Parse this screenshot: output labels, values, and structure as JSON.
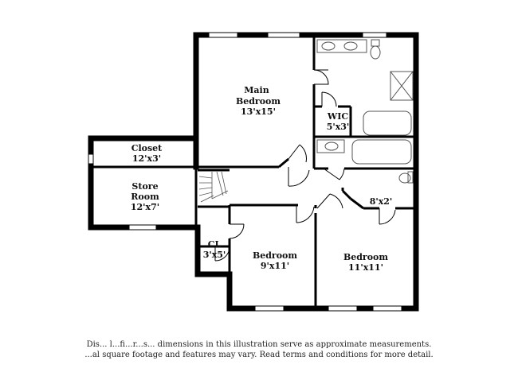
{
  "rooms": {
    "main_bedroom": {
      "name_1": "Main",
      "name_2": "Bedroom",
      "dims": "13'x15'"
    },
    "wic": {
      "name": "WIC",
      "dims": "5'x3'"
    },
    "closet": {
      "name": "Closet",
      "dims": "12'x3'"
    },
    "store_room": {
      "name_1": "Store",
      "name_2": "Room",
      "dims": "12'x7'"
    },
    "closet_small": {
      "dims": "8'x2'"
    },
    "cl": {
      "name": "CL",
      "dims": "3'x5'"
    },
    "bedroom_left": {
      "name": "Bedroom",
      "dims": "9'x11'"
    },
    "bedroom_right": {
      "name": "Bedroom",
      "dims": "11'x11'"
    }
  },
  "disclaimer": {
    "line1": "Dis... l...fi...r...s... dimensions in this illustration serve as approximate measurements.",
    "line2": "...al square footage and features may vary. Read terms and conditions for more detail."
  }
}
